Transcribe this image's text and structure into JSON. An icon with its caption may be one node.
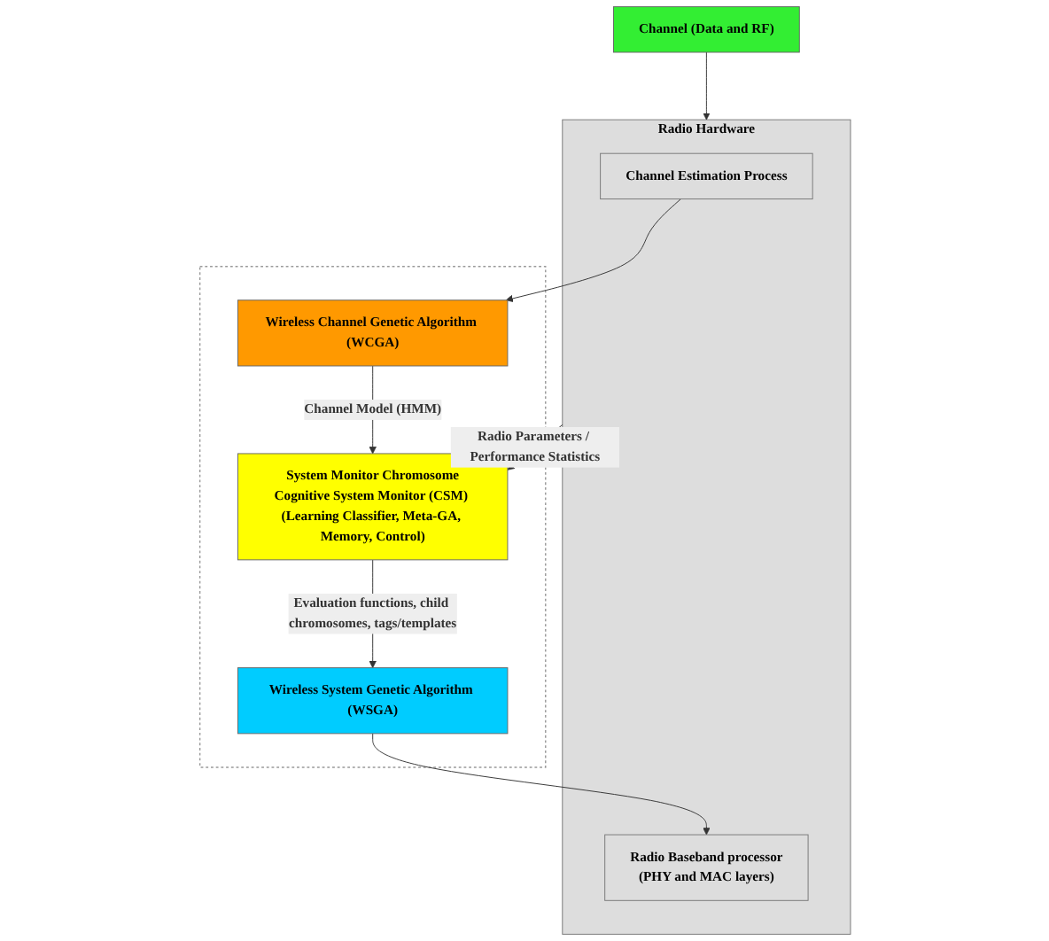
{
  "diagram": {
    "nodes": [
      {
        "text": [
          "Channel (Data and RF)"
        ]
      },
      {
        "text": [
          "Radio Hardware"
        ]
      },
      {
        "text": [
          "Channel Estimation Process"
        ],
        "in": 1
      },
      {
        "text": [
          "Radio Baseband processor",
          "(PHY and MAC layers)"
        ],
        "in": 1
      },
      {
        "text": [],
        "shape": "box"
      },
      {
        "text": [
          "Wireless Channel Genetic Algorithm (WCGA)"
        ],
        "in": 4
      },
      {
        "text": [
          "Wireless System Genetic Algorithm (WSGA)"
        ],
        "in": 4
      },
      {
        "text": [
          "System Monitor Chromosome",
          "Cognitive System Monitor (CSM) (Learning Classifier, Meta-GA, Memory, Control)"
        ],
        "in": 4
      }
    ],
    "edges": [
      {
        "from": 0,
        "to": 1,
        "arrow": "to"
      },
      {
        "from": 2,
        "to": 5,
        "arrow": "to"
      },
      {
        "from": 5,
        "to": 7,
        "arrow": "to",
        "label": "Channel Model (HMM)"
      },
      {
        "from": 1,
        "to": 7,
        "arrow": "to",
        "label": "Radio Parameters / Performance Statistics"
      },
      {
        "from": 7,
        "to": 6,
        "arrow": "to",
        "label": "Evaluation functions, child chromosomes, tags/templates"
      },
      {
        "from": 6,
        "to": 3,
        "arrow": "to"
      }
    ]
  }
}
